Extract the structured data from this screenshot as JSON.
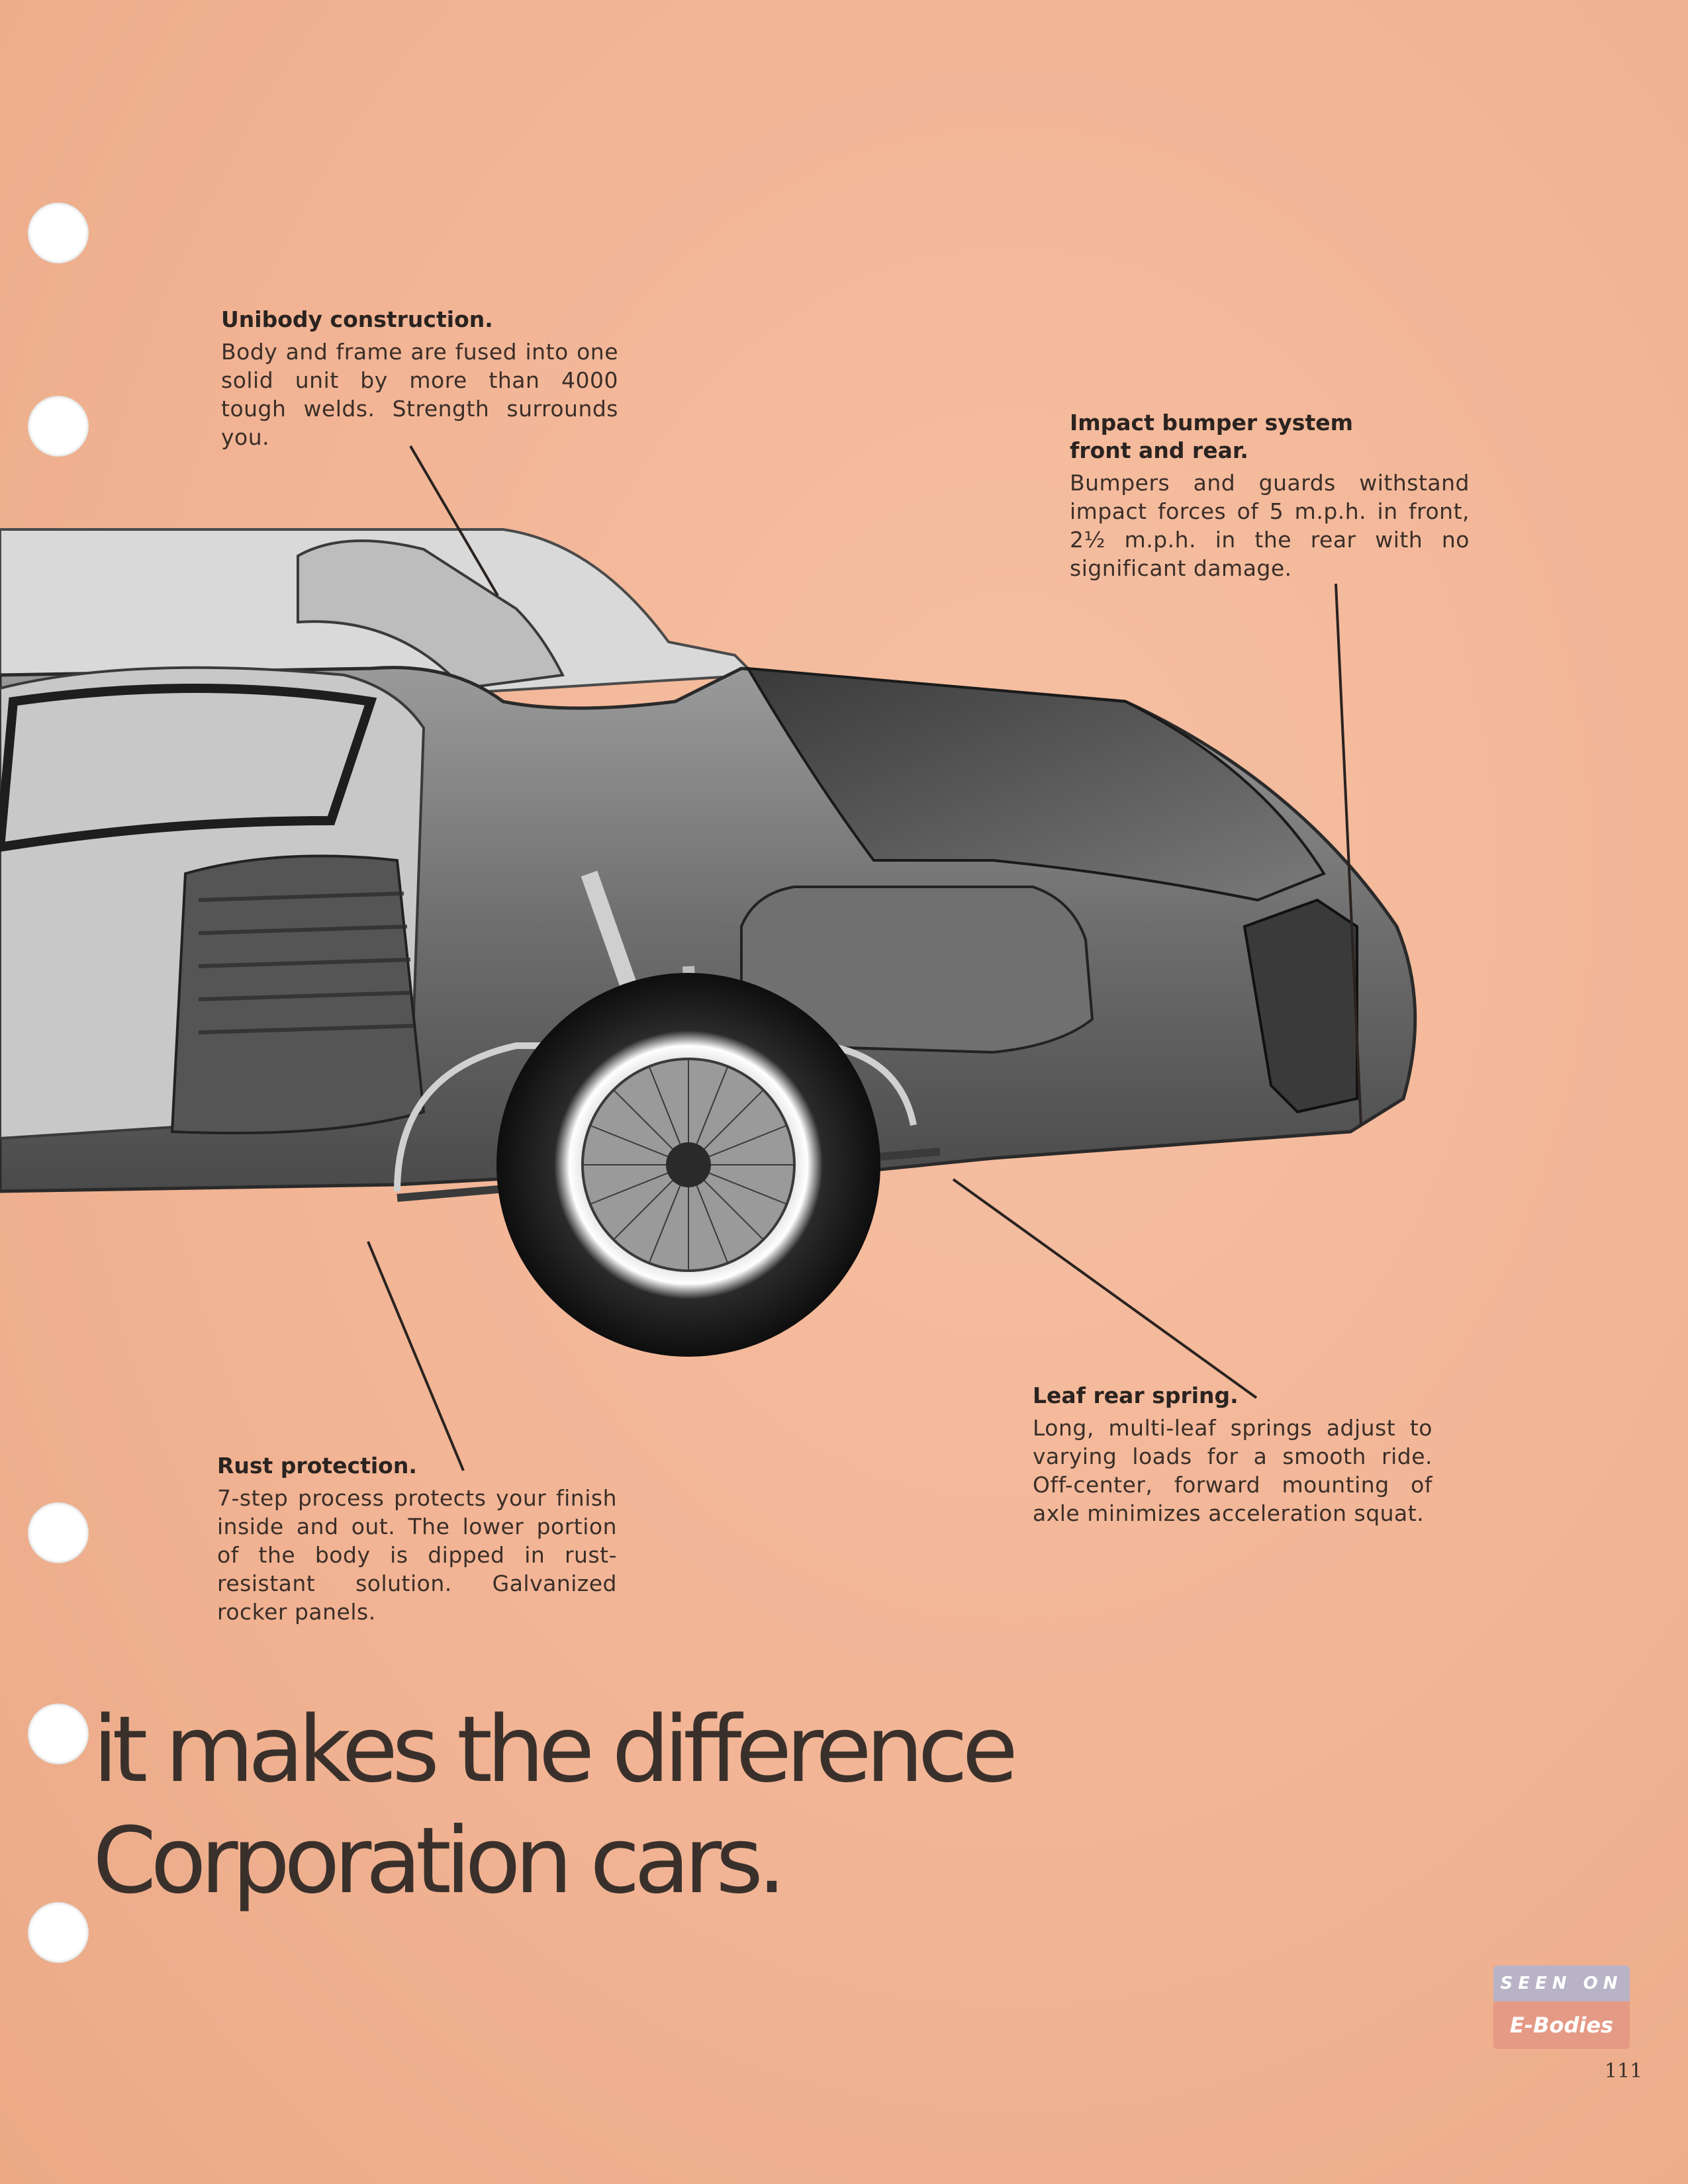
{
  "callouts": {
    "unibody": {
      "title": "Unibody construction.",
      "body": "Body and frame are fused into one solid unit by more than 4000 tough welds. Strength surrounds you."
    },
    "bumper": {
      "title": "Impact bumper system front and rear.",
      "body": "Bumpers and guards withstand impact forces of 5 m.p.h. in front, 2½ m.p.h. in the rear with no significant damage."
    },
    "spring": {
      "title": "Leaf rear spring.",
      "body": "Long, multi-leaf springs adjust to varying loads for a smooth ride. Off-center, forward mounting of axle minimizes acceleration squat."
    },
    "rust": {
      "title": "Rust protection.",
      "body": "7-step process protects your finish inside and out. The lower portion of the body is dipped in rust-resistant solution. Galvanized rocker panels."
    }
  },
  "headline": {
    "line1": "it makes the difference",
    "line2": "Corporation cars."
  },
  "watermark": {
    "top": "SEEN ON",
    "bottom": "E-Bodies"
  },
  "page_number": "111",
  "colors": {
    "paper": "#f2b596",
    "ink": "#2e2622",
    "hole": "#ffffff"
  }
}
